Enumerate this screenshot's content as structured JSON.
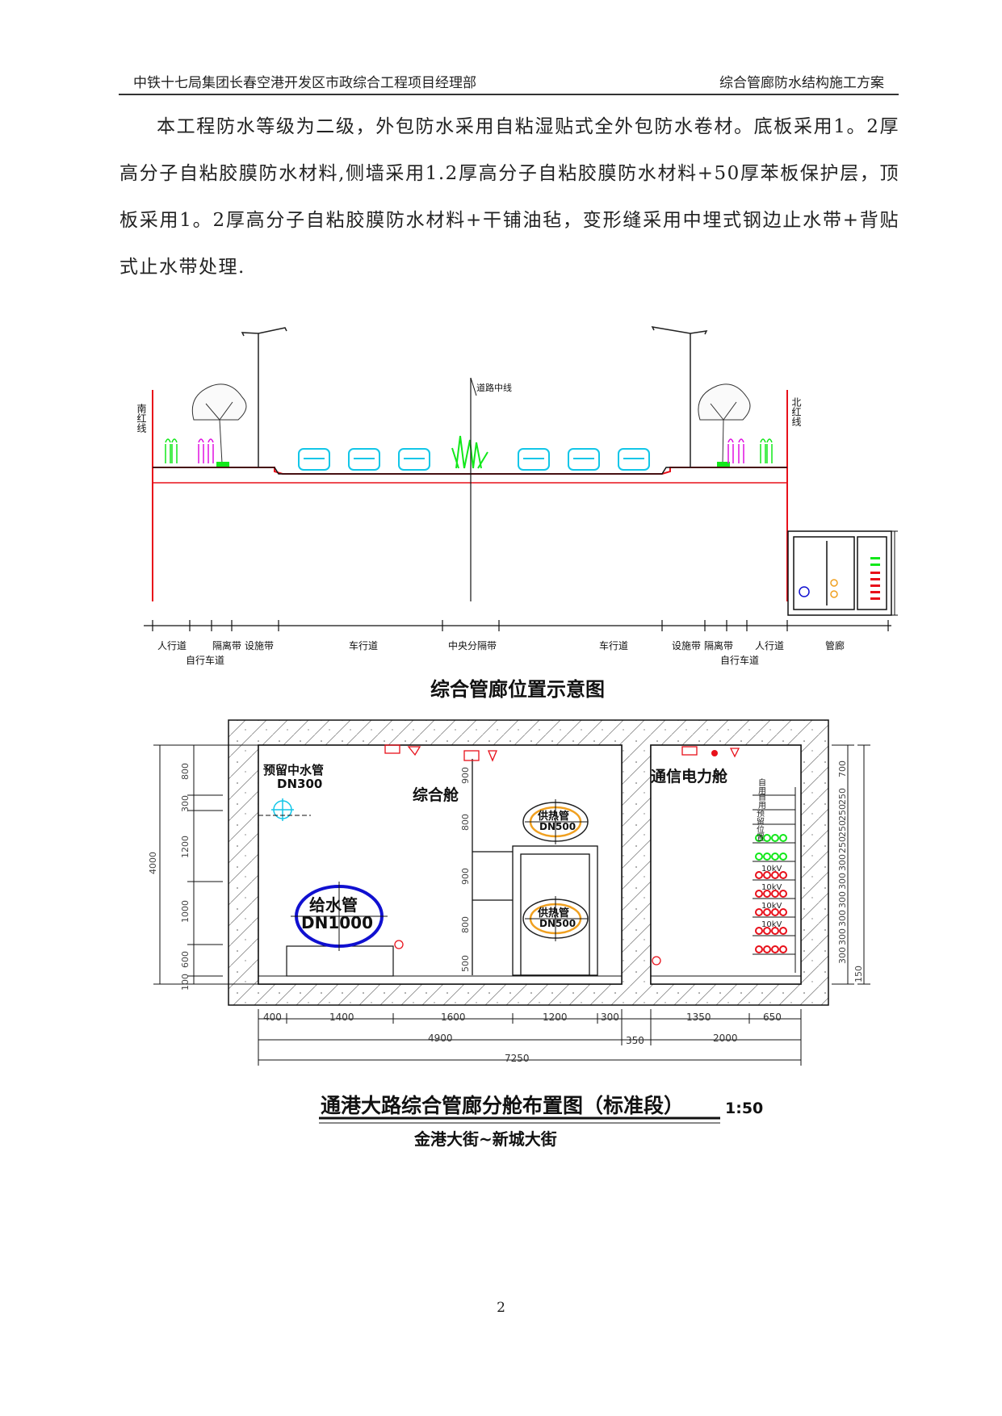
{
  "header": {
    "left": "中铁十七局集团长春空港开发区市政综合工程项目经理部",
    "right": "综合管廊防水结构施工方案"
  },
  "body_text": "本工程防水等级为二级，外包防水采用自粘湿贴式全外包防水卷材。底板采用1。2厚高分子自粘胶膜防水材料,侧墙采用1.2厚高分子自粘胶膜防水材料+50厚苯板保护层，顶板采用1。2厚高分子自粘胶膜防水材料+干铺油毡，变形缝采用中埋式钢边止水带+背贴式止水带处理.",
  "figure1": {
    "center_line": "道路中线",
    "south_line": "南红线",
    "north_line": "北红线",
    "zones": [
      "人行道",
      "自行车道",
      "隔离带",
      "设施带",
      "车行道",
      "中央分隔带",
      "车行道",
      "设施带",
      "隔离带",
      "自行车道",
      "人行道",
      "管廊"
    ],
    "caption": "综合管廊位置示意图"
  },
  "figure2": {
    "compartment_main": "综合舱",
    "compartment_comm": "通信电力舱",
    "reserved_pipe": "预留中水管",
    "reserved_pipe_size": "DN300",
    "water_pipe": "给水管",
    "water_pipe_size": "DN1000",
    "heat_pipe": "供热管",
    "heat_pipe_size": "DN500",
    "rack_labels": [
      "自用",
      "自用",
      "预留位置",
      "10kV",
      "10kV",
      "10kV",
      "10kV"
    ],
    "left_dims": [
      "800",
      "300",
      "1200",
      "1000",
      "600",
      "100"
    ],
    "total_height": "4000",
    "mid_dims": [
      "900",
      "800",
      "900",
      "800",
      "500"
    ],
    "right_dims": [
      "700",
      "250",
      "250",
      "250",
      "250",
      "300",
      "300",
      "300",
      "300",
      "300",
      "300",
      "150"
    ],
    "bottom_dims_1": [
      "400",
      "1400",
      "1600",
      "1200",
      "300",
      "1350",
      "650"
    ],
    "bottom_dims_2": [
      "4900",
      "350",
      "2000"
    ],
    "bottom_total": "7250",
    "title": "通港大路综合管廊分舱布置图（标准段）",
    "scale": "1:50",
    "subtitle": "金港大街~新城大街"
  },
  "page_number": "2",
  "colors": {
    "red": "#e8101a",
    "green": "#12e81a",
    "cyan": "#12c6e8",
    "blue": "#1010d0",
    "magenta": "#e010e0",
    "orange": "#f0a020"
  }
}
